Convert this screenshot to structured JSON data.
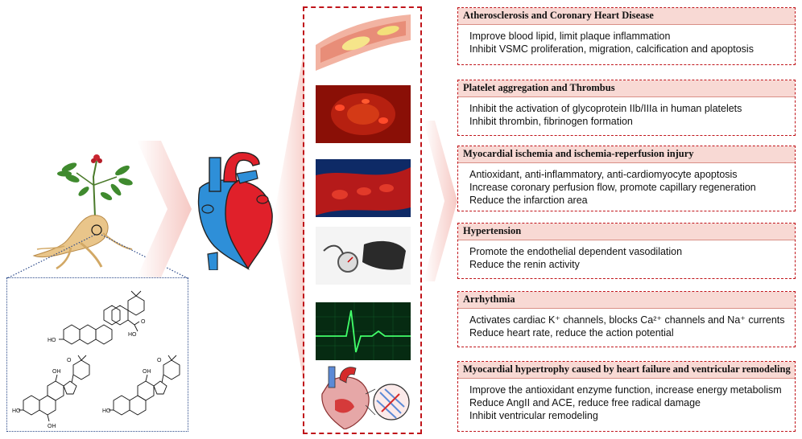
{
  "structures": {
    "s1": {
      "oh_label": "HO",
      "acid_label": "HO",
      "acid_o": "O"
    },
    "s2": {
      "oh_top": "OH",
      "ho_left": "HO",
      "oh_bottom": "OH",
      "ring_o": "O"
    },
    "s3": {
      "oh_top": "OH",
      "ho_left": "HO",
      "ring_o": "O"
    }
  },
  "effects": [
    {
      "title": "Atherosclerosis and Coronary Heart Disease",
      "lines": [
        "Improve blood lipid, limit plaque inflammation",
        "Inhibit VSMC proliferation, migration, calcification and apoptosis"
      ]
    },
    {
      "title": "Platelet aggregation and Thrombus",
      "lines": [
        "Inhibit the activation of glycoprotein IIb/IIIa in human platelets",
        "Inhibit thrombin, fibrinogen formation"
      ]
    },
    {
      "title": "Myocardial ischemia and ischemia-reperfusion injury",
      "lines": [
        "Antioxidant, anti-inflammatory, anti-cardiomyocyte apoptosis",
        "Increase coronary perfusion flow, promote capillary regeneration",
        "Reduce the infarction area"
      ]
    },
    {
      "title": "Hypertension",
      "lines": [
        "Promote the endothelial dependent vasodilation",
        "Reduce the renin activity"
      ]
    },
    {
      "title": "Arrhythmia",
      "lines": [
        "Activates cardiac K⁺ channels, blocks Ca²⁺ channels and Na⁺ currents",
        "Reduce heart rate, reduce the action potential"
      ]
    },
    {
      "title": "Myocardial hypertrophy caused by heart failure and ventricular remodeling",
      "lines": [
        "Improve the antioxidant enzyme function, increase energy metabolism",
        "Reduce AngII and ACE,  reduce free radical damage",
        "Inhibit ventricular remodeling"
      ]
    }
  ],
  "colors": {
    "accent_red": "#c0141a",
    "title_fill": "#f8d9d4",
    "heart_blue": "#2e8fd8",
    "heart_red": "#e0202a"
  }
}
